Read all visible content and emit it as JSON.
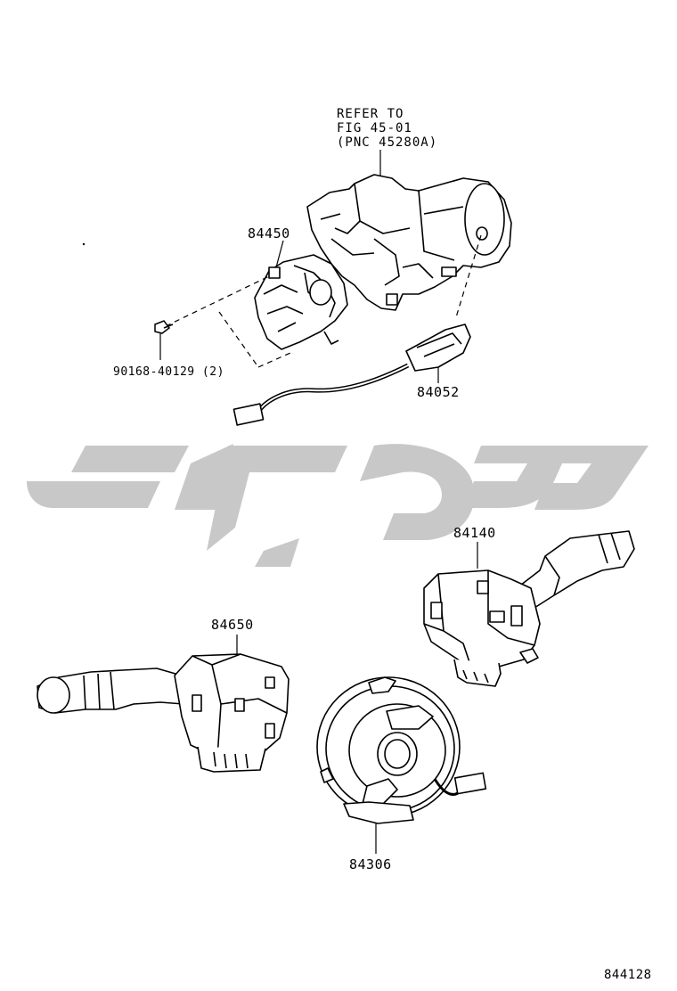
{
  "reference_note": {
    "line1": "REFER TO",
    "line2": "FIG 45-01",
    "line3": "(PNC 45280A)"
  },
  "part_labels": {
    "lock_housing": "84450",
    "screw": "90168-40129 (2)",
    "harness_connector": "84052",
    "turn_signal_switch": "84140",
    "wiper_switch": "84650",
    "spiral_cable": "84306"
  },
  "watermark": {
    "shape": "stylized arabic-script logo",
    "color": "#c8c8c8"
  },
  "figure_id": "844128",
  "colors": {
    "line": "#000000",
    "background": "#ffffff",
    "watermark": "#c8c8c8"
  }
}
